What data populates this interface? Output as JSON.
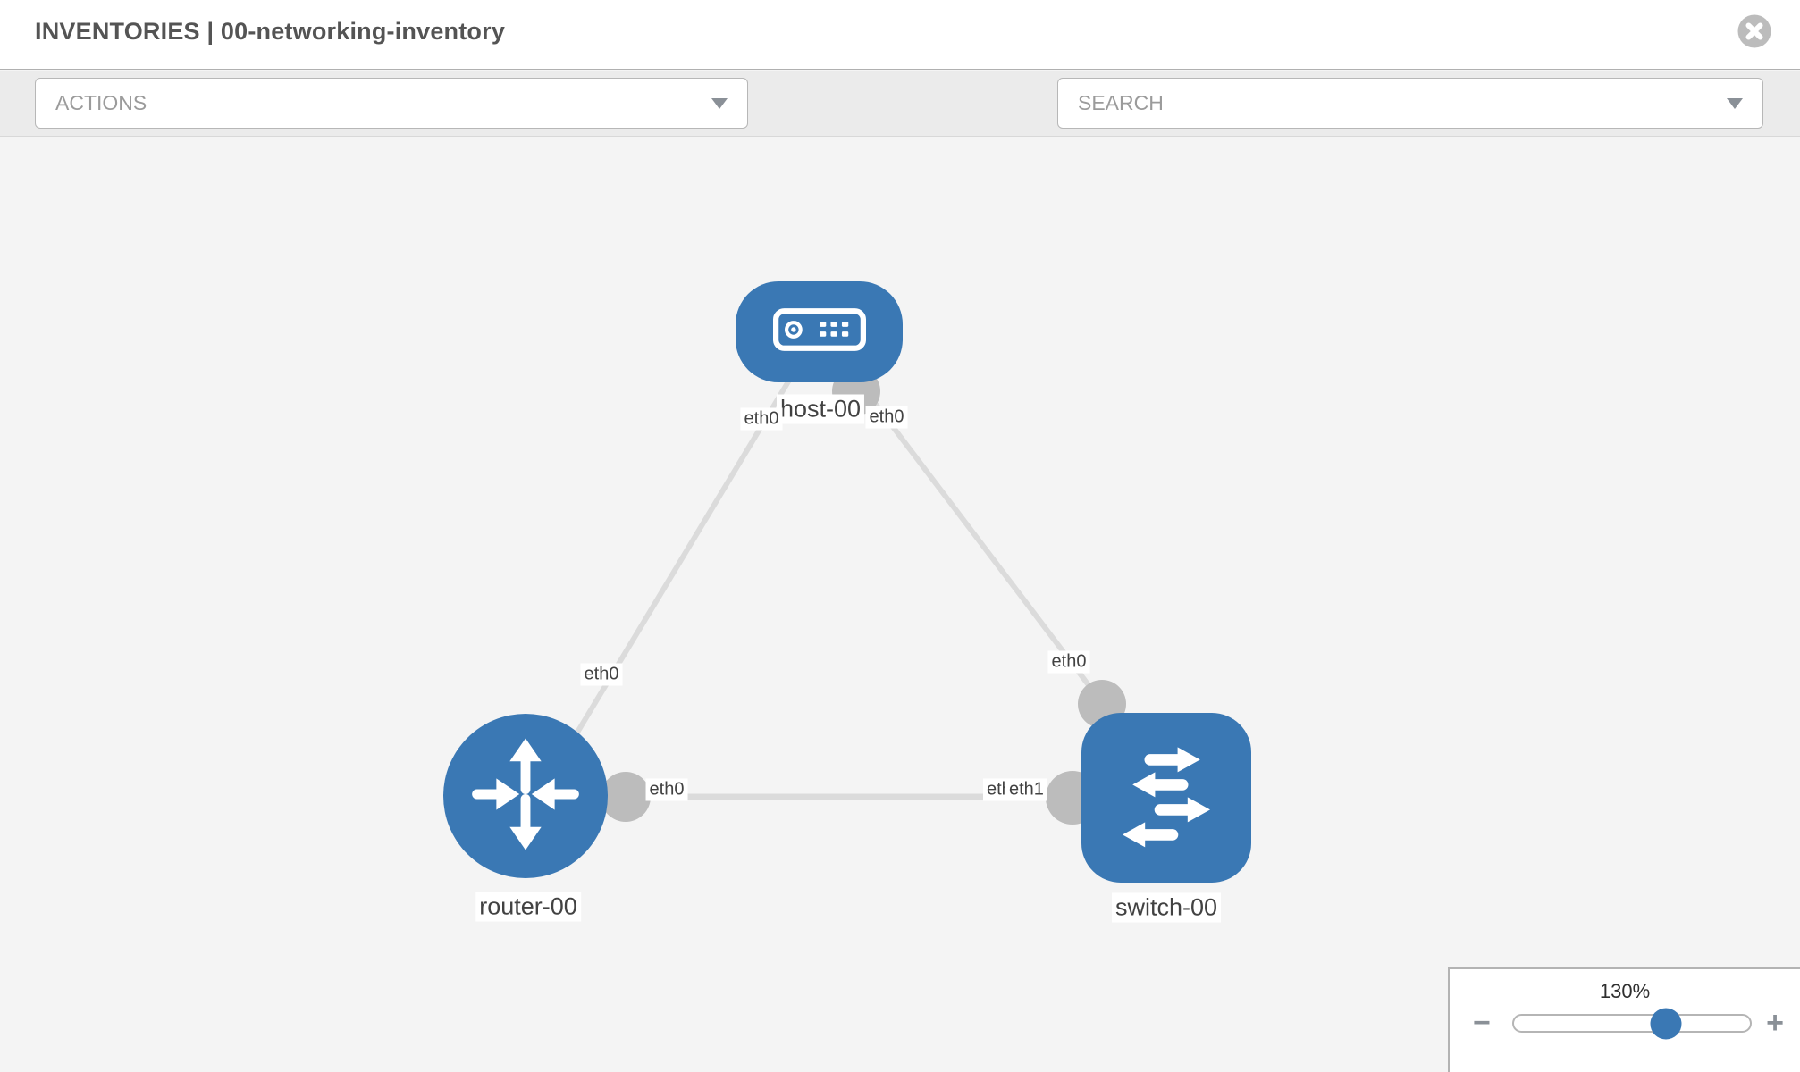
{
  "header": {
    "title": "INVENTORIES | 00-networking-inventory"
  },
  "toolbar": {
    "actions_label": "ACTIONS",
    "search_placeholder": "SEARCH",
    "icons": [
      "wrench-icon",
      "key-icon"
    ]
  },
  "topology": {
    "nodes": {
      "host": {
        "label": "host-00",
        "type": "host"
      },
      "router": {
        "label": "router-00",
        "type": "router"
      },
      "switch": {
        "label": "switch-00",
        "type": "switch"
      }
    },
    "interfaces": {
      "host_left": "eth0",
      "host_right": "eth0",
      "router_top": "eth0",
      "switch_top": "eth0",
      "router_right": "eth0",
      "switch_left_hidden": "eth0",
      "switch_left": "eth1"
    },
    "links": [
      {
        "from": "host-00",
        "from_if": "eth0",
        "to": "router-00",
        "to_if": "eth0"
      },
      {
        "from": "host-00",
        "from_if": "eth0",
        "to": "switch-00",
        "to_if": "eth0"
      },
      {
        "from": "router-00",
        "from_if": "eth0",
        "to": "switch-00",
        "to_if": "eth1"
      }
    ]
  },
  "zoom_control": {
    "level": "130%",
    "minus_label": "−",
    "plus_label": "+"
  },
  "colors": {
    "accent_blue": "#3a78b4",
    "link_gray": "#dbdbdb",
    "port_gray": "#bcbcbc",
    "toolbar_gray": "#ebebeb"
  }
}
